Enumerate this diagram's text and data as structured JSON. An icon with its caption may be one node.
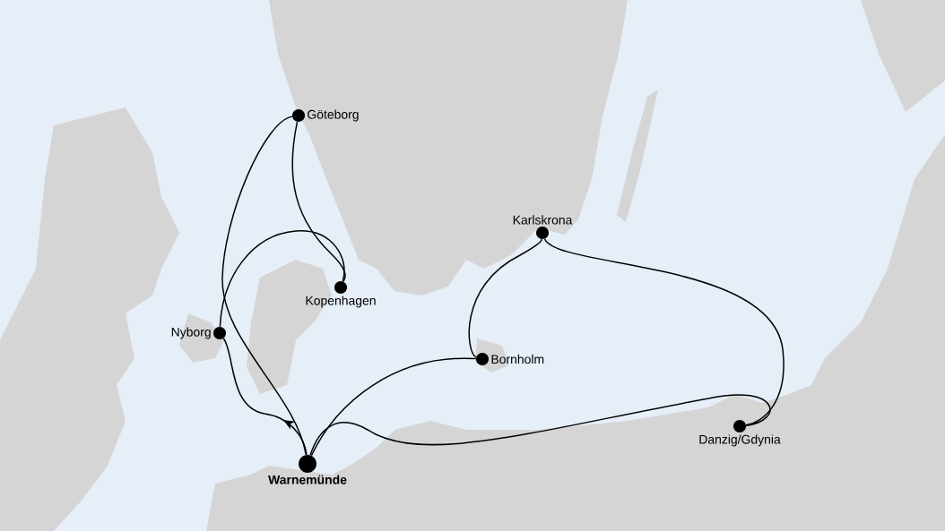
{
  "diagram": {
    "nodes": [
      {
        "text": [
          "Göteborg"
        ]
      },
      {
        "text": [
          "Karlskrona"
        ]
      },
      {
        "text": [
          "Kopenhagen"
        ]
      },
      {
        "text": [
          "Nyborg"
        ]
      },
      {
        "text": [
          "Bornholm"
        ]
      },
      {
        "text": [
          "Danzig/Gdynia"
        ]
      },
      {
        "text": [
          "Warnemünde"
        ]
      }
    ],
    "edges": [
      {
        "from": 6,
        "to": 0,
        "arrow": "none"
      },
      {
        "from": 0,
        "to": 2,
        "arrow": "none"
      },
      {
        "from": 2,
        "to": 3,
        "arrow": "none"
      },
      {
        "from": 6,
        "to": 3,
        "arrow": "to"
      },
      {
        "from": 6,
        "to": 4,
        "arrow": "none"
      },
      {
        "from": 4,
        "to": 1,
        "arrow": "none"
      },
      {
        "from": 1,
        "to": 5,
        "arrow": "none"
      },
      {
        "from": 5,
        "to": 6,
        "arrow": "none"
      }
    ]
  }
}
